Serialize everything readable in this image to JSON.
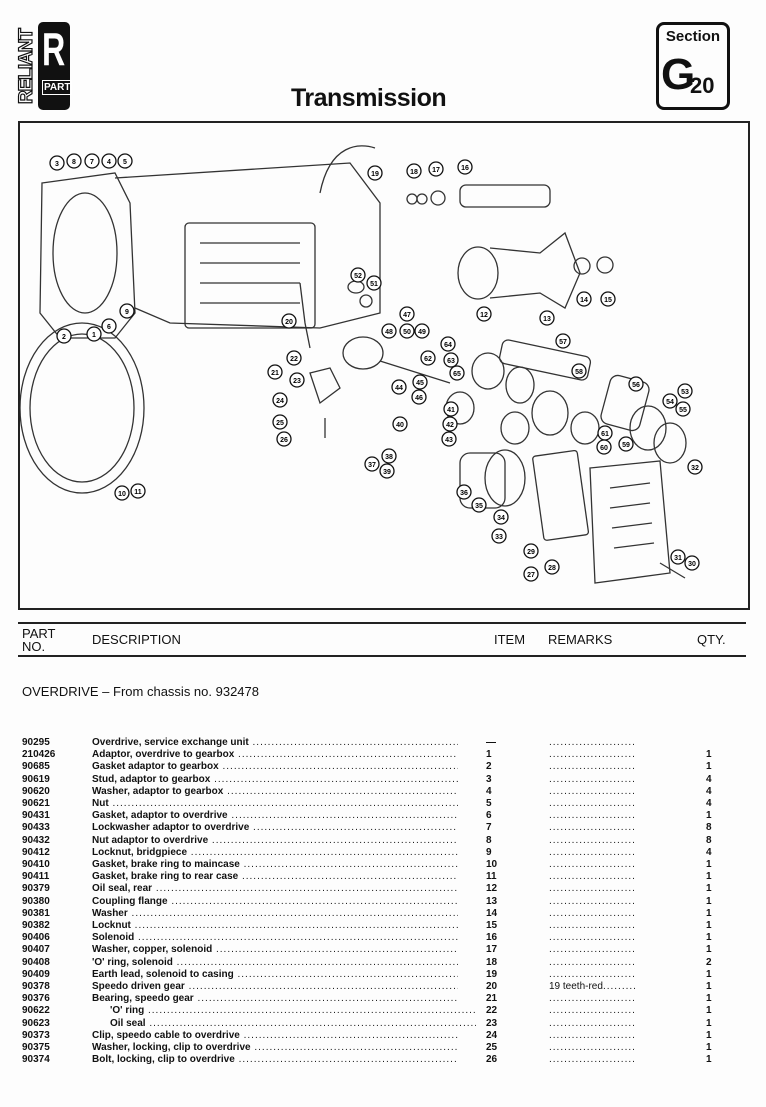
{
  "header": {
    "logo_text": "RELIANT R PART",
    "title": "Transmission",
    "section_label": "Section",
    "section_letter": "G",
    "section_number": "20"
  },
  "diagram": {
    "callouts": [
      "3",
      "8",
      "7",
      "4",
      "5",
      "19",
      "18",
      "17",
      "16",
      "52",
      "51",
      "12",
      "13",
      "14",
      "15",
      "9",
      "2",
      "1",
      "6",
      "20",
      "47",
      "48",
      "50",
      "49",
      "22",
      "21",
      "23",
      "62",
      "64",
      "63",
      "65",
      "57",
      "58",
      "56",
      "53",
      "54",
      "55",
      "24",
      "44",
      "45",
      "46",
      "41",
      "40",
      "42",
      "43",
      "25",
      "26",
      "61",
      "59",
      "60",
      "37",
      "38",
      "39",
      "32",
      "36",
      "35",
      "34",
      "33",
      "29",
      "28",
      "27",
      "31",
      "30",
      "10",
      "11"
    ]
  },
  "table": {
    "headers": {
      "part_no": "PART NO.",
      "description": "DESCRIPTION",
      "item": "ITEM",
      "remarks": "REMARKS",
      "qty": "QTY."
    },
    "group_title": "OVERDRIVE – From chassis no. 932478",
    "rows": [
      {
        "part": "90295",
        "desc": "Overdrive, service exchange unit",
        "item": "—",
        "remarks": "",
        "qty": ""
      },
      {
        "part": "210426",
        "desc": "Adaptor, overdrive to gearbox",
        "item": "1",
        "remarks": "",
        "qty": "1"
      },
      {
        "part": "90685",
        "desc": "Gasket  adaptor to gearbox",
        "item": "2",
        "remarks": "",
        "qty": "1"
      },
      {
        "part": "90619",
        "desc": "Stud, adaptor to gearbox",
        "item": "3",
        "remarks": "",
        "qty": "4"
      },
      {
        "part": "90620",
        "desc": "Washer, adaptor to gearbox",
        "item": "4",
        "remarks": "",
        "qty": "4"
      },
      {
        "part": "90621",
        "desc": "Nut",
        "item": "5",
        "remarks": "",
        "qty": "4"
      },
      {
        "part": "90431",
        "desc": "Gasket, adaptor to overdrive",
        "item": "6",
        "remarks": "",
        "qty": "1"
      },
      {
        "part": "90433",
        "desc": "Lockwasher adaptor to overdrive",
        "item": "7",
        "remarks": "",
        "qty": "8"
      },
      {
        "part": "90432",
        "desc": "Nut adaptor to overdrive",
        "item": "8",
        "remarks": "",
        "qty": "8"
      },
      {
        "part": "90412",
        "desc": "Locknut, bridgpiece",
        "item": "9",
        "remarks": "",
        "qty": "4"
      },
      {
        "part": "90410",
        "desc": "Gasket, brake ring to maincase",
        "item": "10",
        "remarks": "",
        "qty": "1"
      },
      {
        "part": "90411",
        "desc": "Gasket, brake ring to rear case",
        "item": "11",
        "remarks": "",
        "qty": "1"
      },
      {
        "part": "90379",
        "desc": "Oil seal, rear",
        "item": "12",
        "remarks": "",
        "qty": "1"
      },
      {
        "part": "90380",
        "desc": "Coupling flange",
        "item": "13",
        "remarks": "",
        "qty": "1"
      },
      {
        "part": "90381",
        "desc": "Washer",
        "item": "14",
        "remarks": "",
        "qty": "1"
      },
      {
        "part": "90382",
        "desc": "Locknut",
        "item": "15",
        "remarks": "",
        "qty": "1"
      },
      {
        "part": "90406",
        "desc": "Solenoid",
        "item": "16",
        "remarks": "",
        "qty": "1"
      },
      {
        "part": "90407",
        "desc": "Washer, copper, solenoid",
        "item": "17",
        "remarks": "",
        "qty": "1"
      },
      {
        "part": "90408",
        "desc": "'O' ring, solenoid",
        "item": "18",
        "remarks": "",
        "qty": "2"
      },
      {
        "part": "90409",
        "desc": "Earth lead, solenoid to casing",
        "item": "19",
        "remarks": "",
        "qty": "1"
      },
      {
        "part": "90378",
        "desc": "Speedo driven gear",
        "item": "20",
        "remarks": "19 teeth-red",
        "qty": "1"
      },
      {
        "part": "90376",
        "desc": "Bearing, speedo gear",
        "item": "21",
        "remarks": "",
        "qty": "1"
      },
      {
        "part": "90622",
        "desc": "'O' ring",
        "item": "22",
        "remarks": "",
        "qty": "1",
        "indent": true
      },
      {
        "part": "90623",
        "desc": "Oil seal",
        "item": "23",
        "remarks": "",
        "qty": "1",
        "indent": true
      },
      {
        "part": "90373",
        "desc": "Clip, speedo cable to overdrive",
        "item": "24",
        "remarks": "",
        "qty": "1"
      },
      {
        "part": "90375",
        "desc": "Washer, locking, clip to overdrive",
        "item": "25",
        "remarks": "",
        "qty": "1"
      },
      {
        "part": "90374",
        "desc": "Bolt, locking, clip to overdrive",
        "item": "26",
        "remarks": "",
        "qty": "1"
      }
    ]
  }
}
